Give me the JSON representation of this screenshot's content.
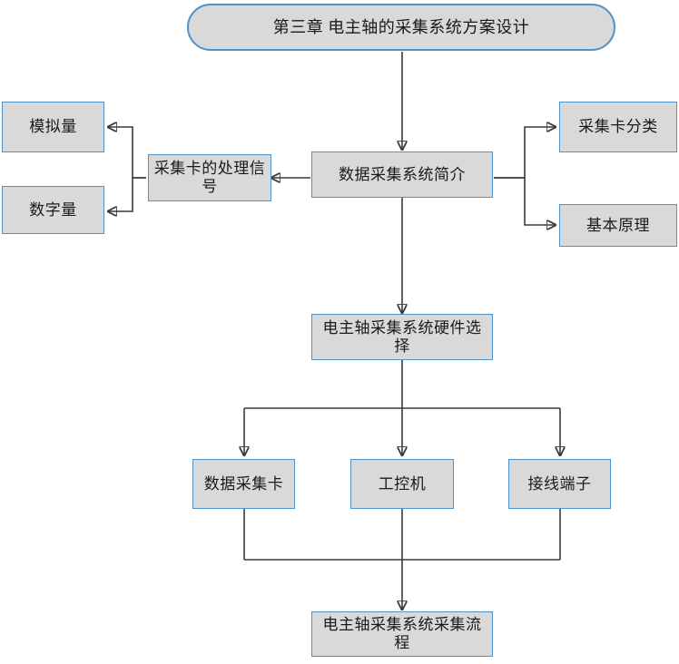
{
  "diagram": {
    "title_node": {
      "label": "第三章  电主轴的采集系统方案设计",
      "shape": "rounded-pill"
    },
    "colors": {
      "node_fill": "#d9d9d9",
      "node_border": "#4e92c9",
      "edge_stroke": "#3a3a3a",
      "background": "#ffffff",
      "text": "#1a1a1a"
    },
    "nodes": [
      {
        "id": "analog",
        "label": "模拟量"
      },
      {
        "id": "digital",
        "label": "数字量"
      },
      {
        "id": "card-signal",
        "label": "采集卡的处理信号"
      },
      {
        "id": "daq-intro",
        "label": "数据采集系统简介"
      },
      {
        "id": "card-class",
        "label": "采集卡分类"
      },
      {
        "id": "principle",
        "label": "基本原理"
      },
      {
        "id": "hardware",
        "label": "电主轴采集系统硬件选择"
      },
      {
        "id": "daq-card",
        "label": "数据采集卡"
      },
      {
        "id": "ipc",
        "label": "工控机"
      },
      {
        "id": "terminal",
        "label": "接线端子"
      },
      {
        "id": "flow",
        "label": "电主轴采集系统采集流程"
      }
    ],
    "edges": [
      {
        "from": "title-node",
        "to": "daq-intro",
        "type": "arrow-down"
      },
      {
        "from": "daq-intro",
        "to": "card-signal",
        "type": "arrow-left"
      },
      {
        "from": "card-signal",
        "to": "analog",
        "type": "arrow-left"
      },
      {
        "from": "card-signal",
        "to": "digital",
        "type": "arrow-left"
      },
      {
        "from": "daq-intro",
        "to": "card-class",
        "type": "arrow-right"
      },
      {
        "from": "daq-intro",
        "to": "principle",
        "type": "arrow-right"
      },
      {
        "from": "daq-intro",
        "to": "hardware",
        "type": "arrow-down"
      },
      {
        "from": "hardware",
        "to": "daq-card",
        "type": "arrow-down"
      },
      {
        "from": "hardware",
        "to": "ipc",
        "type": "arrow-down"
      },
      {
        "from": "hardware",
        "to": "terminal",
        "type": "arrow-down"
      },
      {
        "from": "daq-card",
        "to": "flow",
        "type": "arrow-down"
      },
      {
        "from": "ipc",
        "to": "flow",
        "type": "arrow-down"
      },
      {
        "from": "terminal",
        "to": "flow",
        "type": "arrow-down"
      }
    ]
  }
}
